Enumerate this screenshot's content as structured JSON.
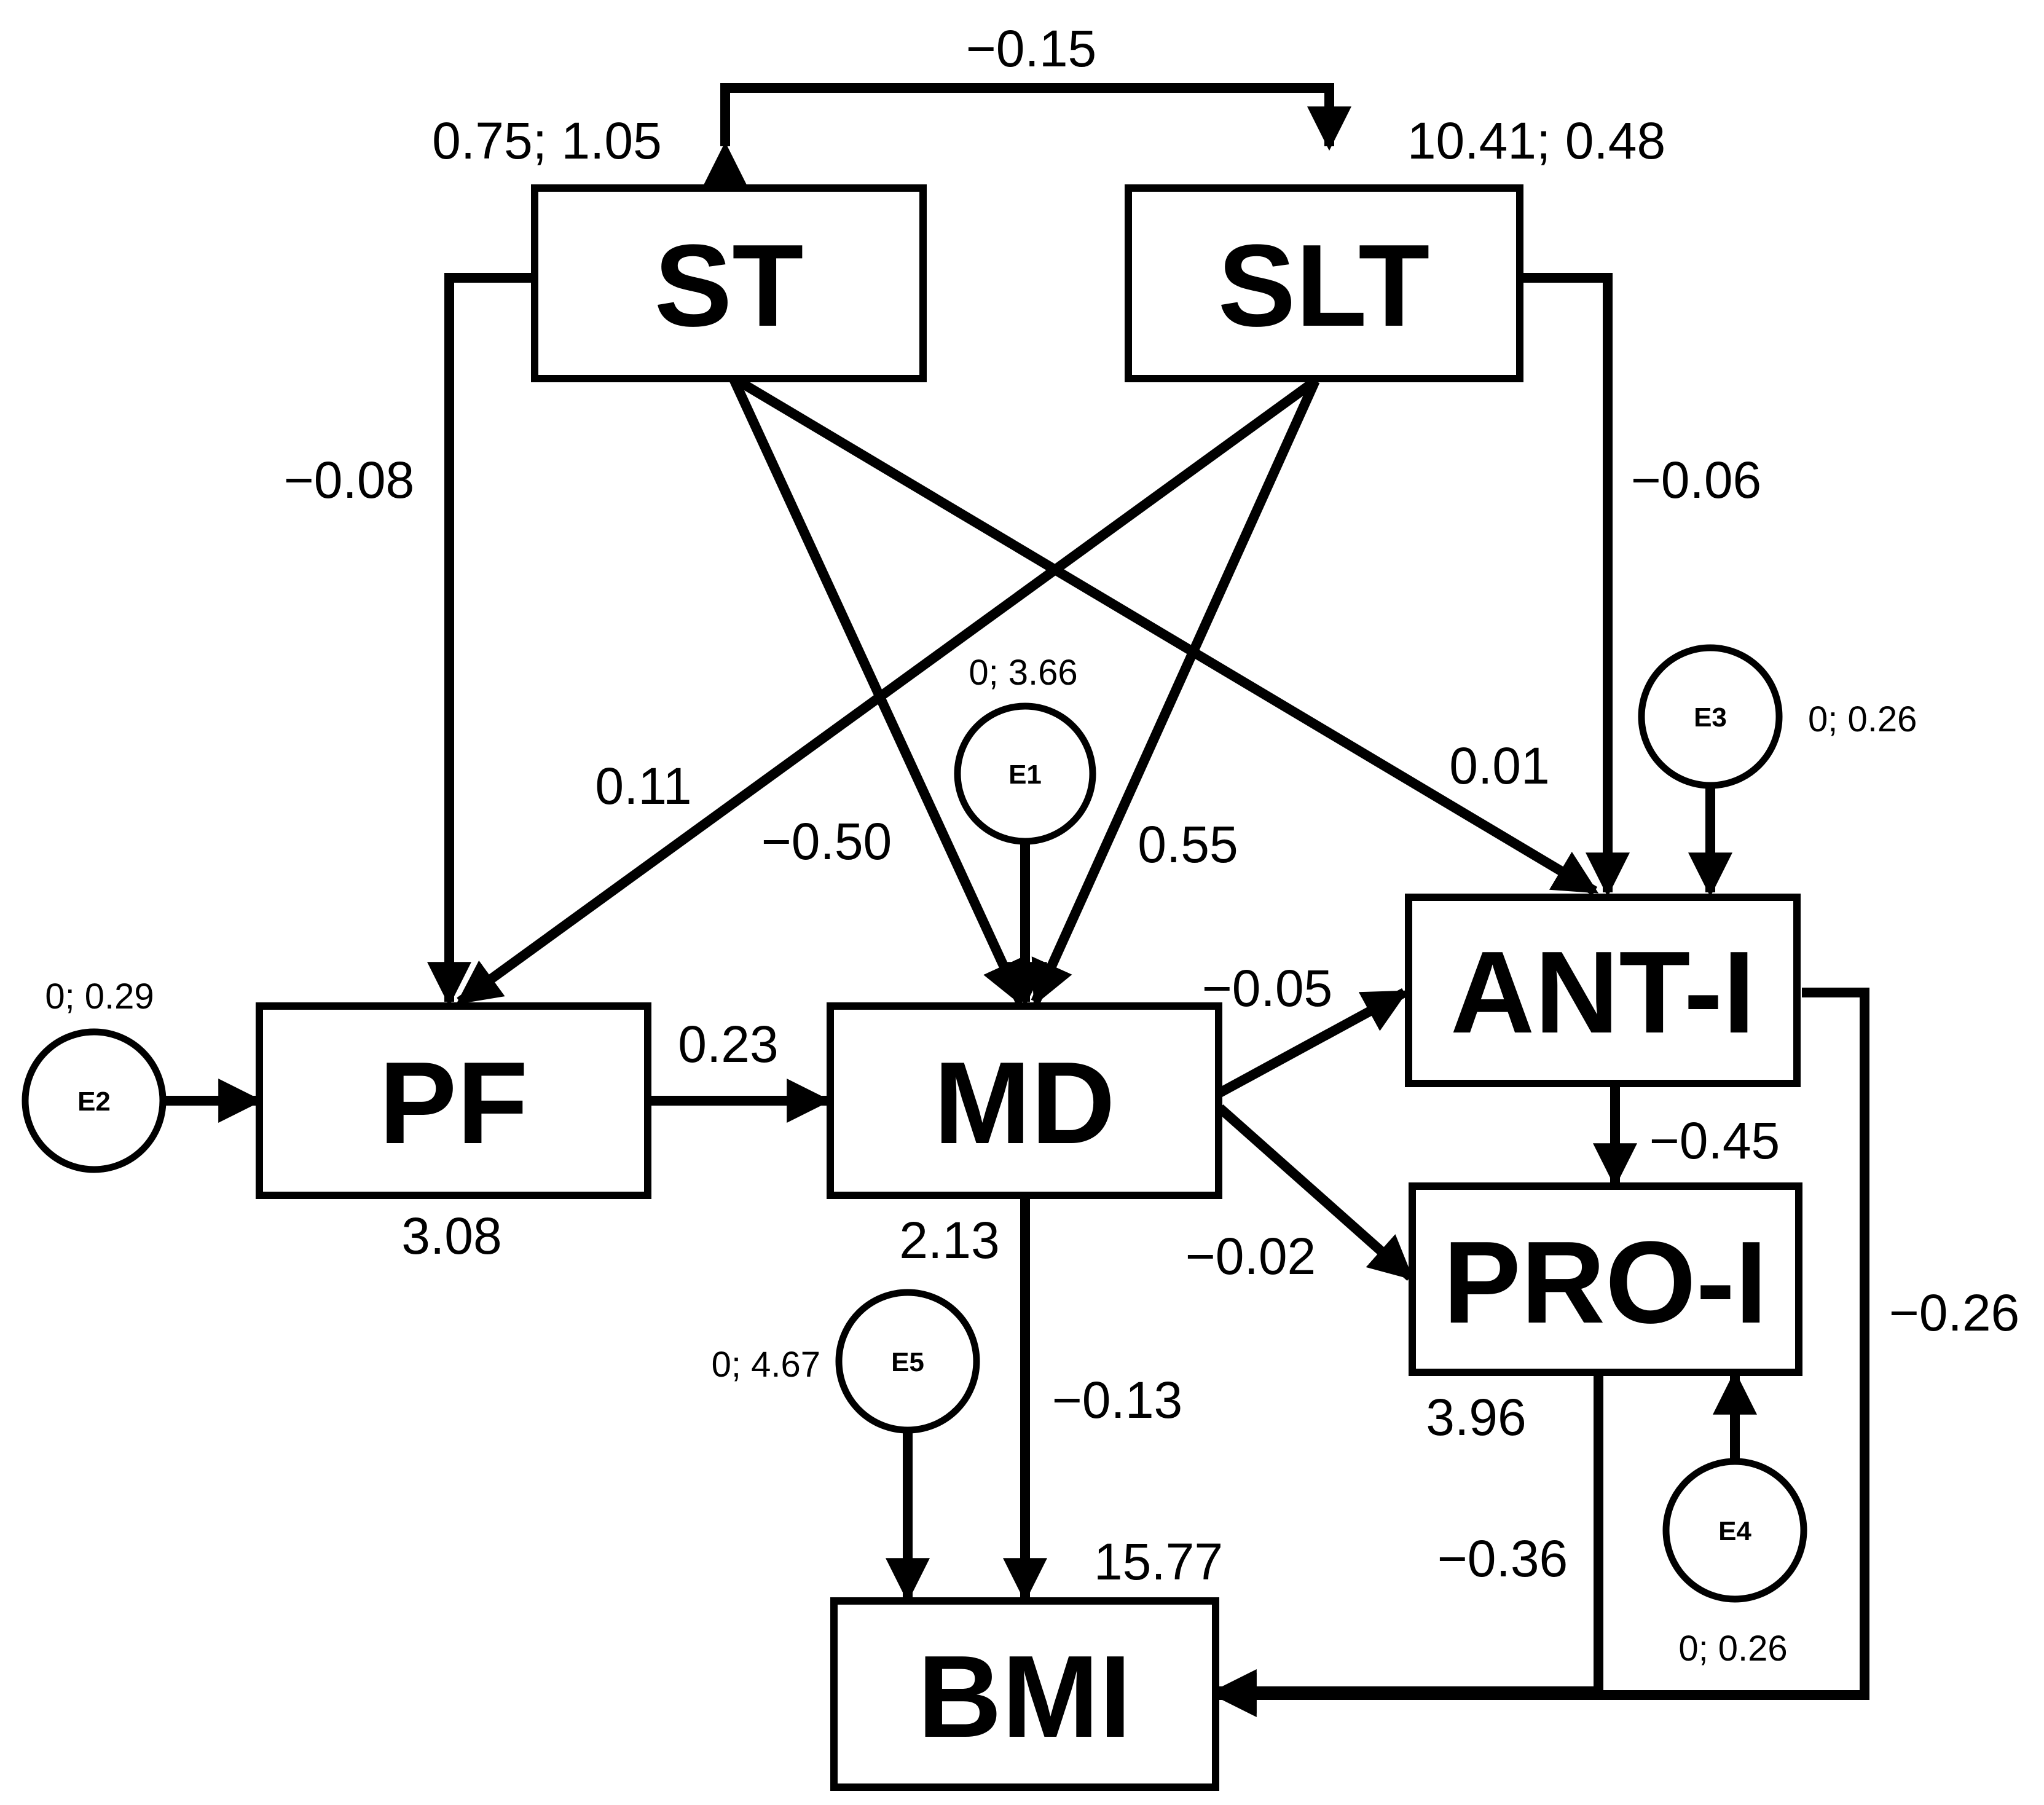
{
  "nodes": {
    "st": "ST",
    "slt": "SLT",
    "pf": "PF",
    "md": "MD",
    "ant_i": "ANT-I",
    "pro_i": "PRO-I",
    "bmi": "BMI"
  },
  "errors": {
    "e1": {
      "name": "E1",
      "value": "0; 3.66"
    },
    "e2": {
      "name": "E2",
      "value": "0; 0.29"
    },
    "e3": {
      "name": "E3",
      "value": "0; 0.26"
    },
    "e4": {
      "name": "E4",
      "value": "0; 0.26"
    },
    "e5": {
      "name": "E5",
      "value": "0; 4.67"
    }
  },
  "variances": {
    "st": "0.75; 1.05",
    "slt": "10.41; 0.48",
    "pf": "3.08",
    "md": "2.13",
    "pro_i": "3.96",
    "bmi": "15.77"
  },
  "paths": {
    "st_slt": "−0.15",
    "st_pf": "−0.08",
    "slt_pf": "0.11",
    "st_md": "−0.50",
    "slt_md": "0.55",
    "st_ant": "0.01",
    "slt_ant": "−0.06",
    "pf_md": "0.23",
    "md_ant": "−0.05",
    "md_pro": "−0.02",
    "ant_pro": "−0.45",
    "md_bmi": "−0.13",
    "pro_bmi": "−0.36",
    "ant_bmi": "−0.26"
  }
}
